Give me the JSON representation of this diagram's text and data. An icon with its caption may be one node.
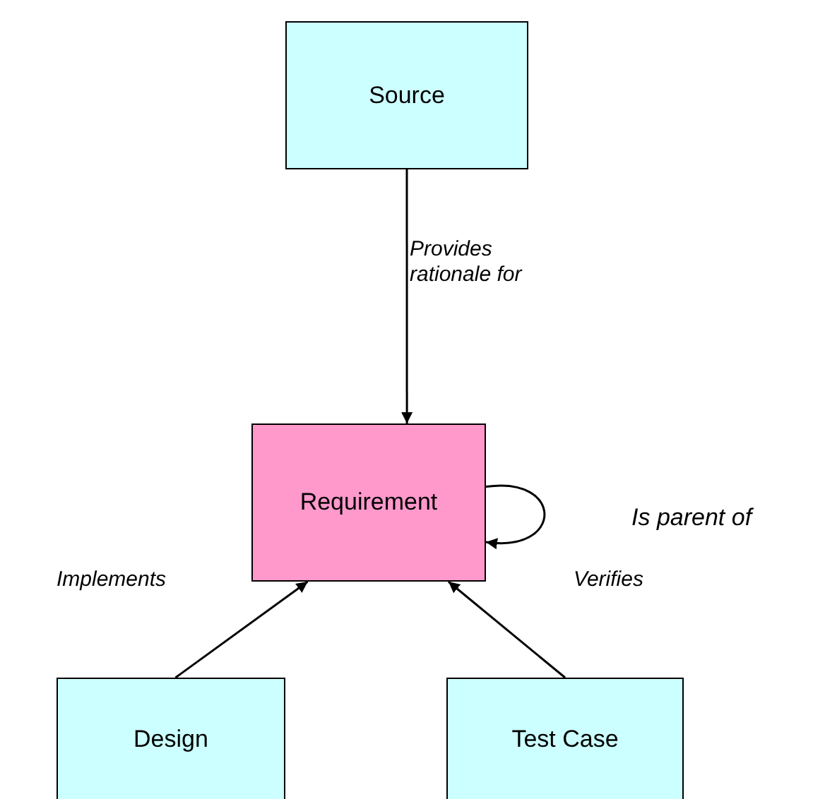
{
  "diagram": {
    "nodes": [
      {
        "text": [
          "Source"
        ]
      },
      {
        "text": [
          "Requirement"
        ]
      },
      {
        "text": [
          "Design"
        ]
      },
      {
        "text": [
          "Test Case"
        ]
      }
    ],
    "edges": [
      {
        "from": 0,
        "to": 1,
        "arrow": "to",
        "label": "Provides rationale for"
      },
      {
        "from": 1,
        "to": 1,
        "arrow": "to",
        "label": "Is parent of"
      },
      {
        "from": 2,
        "to": 1,
        "arrow": "to",
        "label": "Implements"
      },
      {
        "from": 3,
        "to": 1,
        "arrow": "to",
        "label": "Verifies"
      }
    ]
  }
}
